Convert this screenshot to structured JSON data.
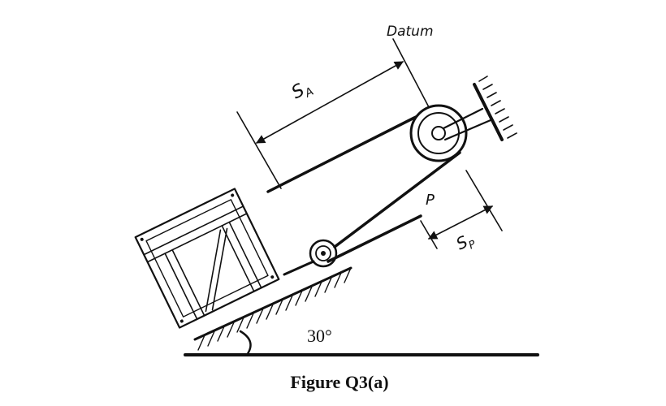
{
  "labels": {
    "datum": "Datum",
    "s_a": "S",
    "s_a_sub": "A",
    "p": "P",
    "s_p": "S",
    "s_p_sub": "P",
    "angle": "30°"
  },
  "caption": "Figure Q3(a)",
  "colors": {
    "ink": "#111111",
    "background": "#ffffff"
  }
}
